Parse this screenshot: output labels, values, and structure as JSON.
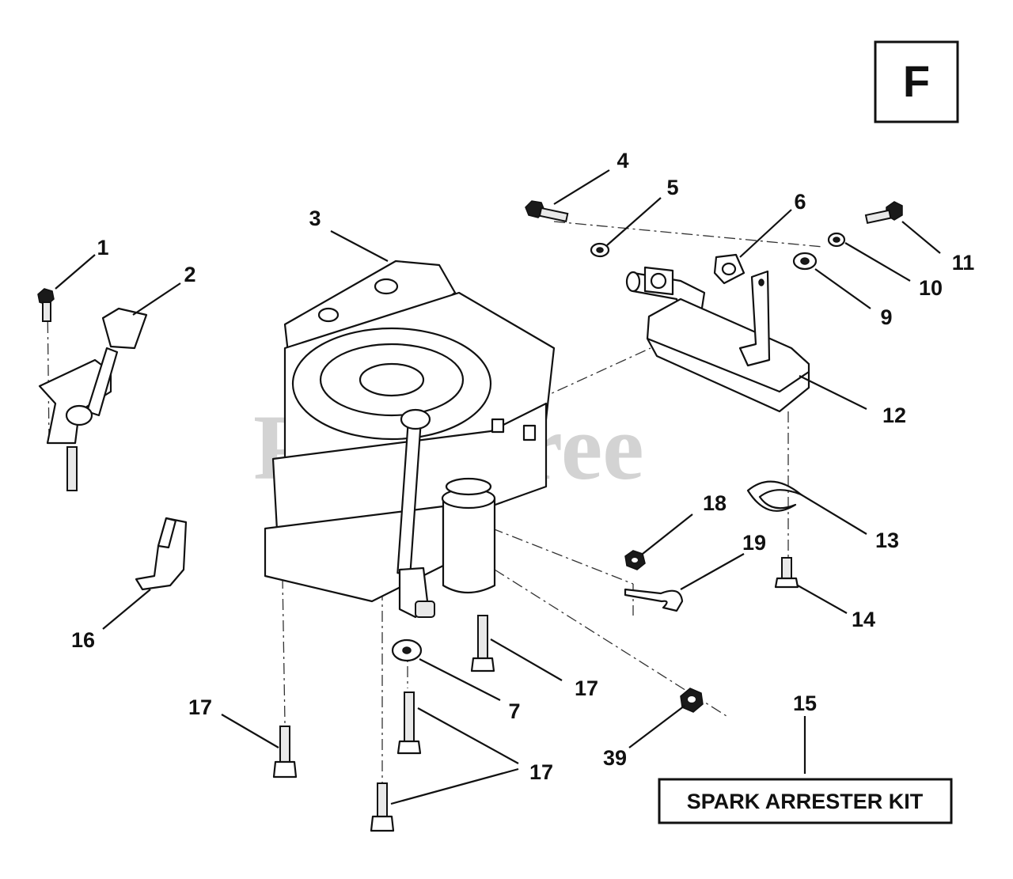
{
  "section_letter": "F",
  "watermark": "PartsTree",
  "kit_label": "SPARK ARRESTER KIT",
  "callouts": {
    "c1": "1",
    "c2": "2",
    "c3": "3",
    "c4": "4",
    "c5": "5",
    "c6": "6",
    "c7": "7",
    "c9": "9",
    "c10": "10",
    "c11": "11",
    "c12": "12",
    "c13": "13",
    "c14": "14",
    "c15": "15",
    "c16": "16",
    "c17a": "17",
    "c17b": "17",
    "c17c": "17",
    "c18": "18",
    "c19": "19",
    "c39": "39"
  },
  "colors": {
    "ink": "#111111",
    "watermark": "#c9c9c9",
    "background": "#ffffff"
  }
}
